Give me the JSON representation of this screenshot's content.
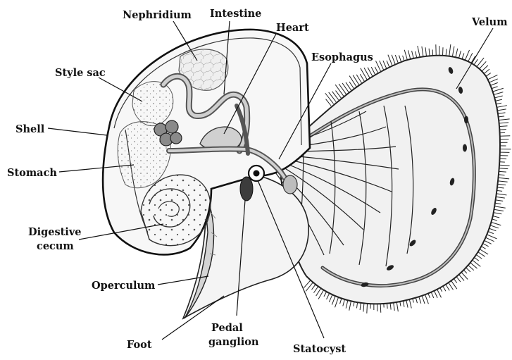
{
  "labels": {
    "nephridium": "Nephridium",
    "intestine": "Intestine",
    "heart": "Heart",
    "velum": "Velum",
    "style_sac": "Style sac",
    "esophagus": "Esophagus",
    "shell": "Shell",
    "stomach": "Stomach",
    "digestive_cecum_line1": "Digestive",
    "digestive_cecum_line2": "cecum",
    "operculum": "Operculum",
    "foot": "Foot",
    "pedal_ganglion_line1": "Pedal",
    "pedal_ganglion_line2": "ganglion",
    "statocyst": "Statocyst"
  },
  "colors": {
    "ink": "#111111",
    "tissue_light": "#eeeeee",
    "tissue_mid": "#d8d8d8",
    "tissue_dark": "#9a9a9a",
    "ganglion": "#444444"
  }
}
